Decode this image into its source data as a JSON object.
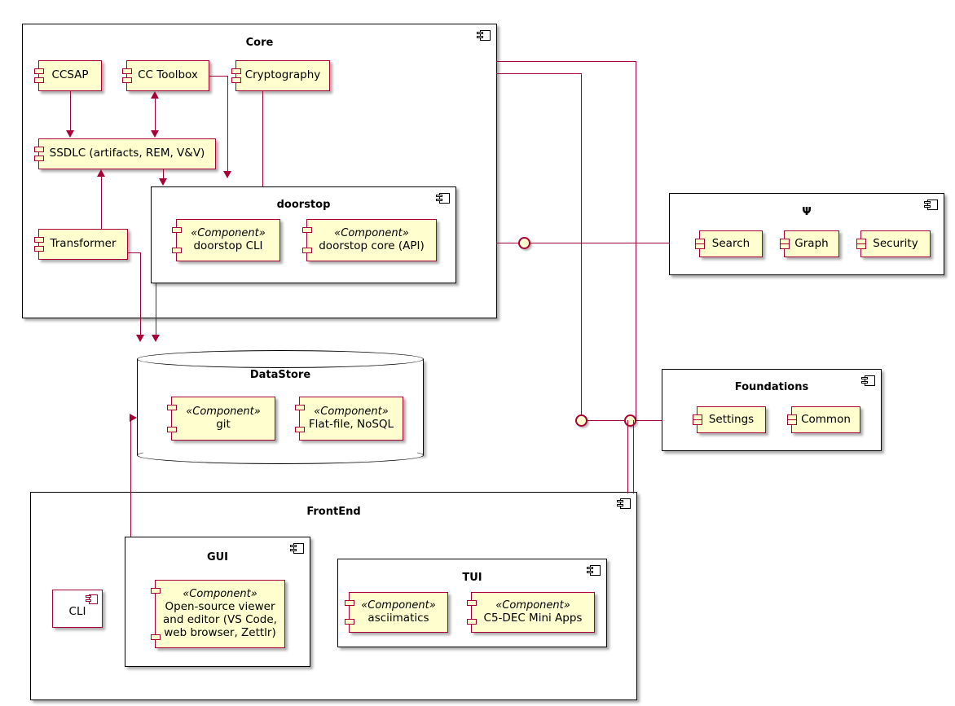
{
  "diagram": {
    "type": "uml-component-diagram",
    "stereotype_label": "«Component»"
  },
  "packages": {
    "core": {
      "title": "Core",
      "components": [
        {
          "label": "CCSAP"
        },
        {
          "label": "CC Toolbox"
        },
        {
          "label": "Cryptography"
        },
        {
          "label": "SSDLC (artifacts, REM, V&V)"
        },
        {
          "label": "Transformer"
        }
      ],
      "subpackage": {
        "title": "doorstop",
        "components": [
          {
            "stereotype": "«Component»",
            "label": "doorstop CLI"
          },
          {
            "stereotype": "«Component»",
            "label": "doorstop core (API)"
          }
        ]
      }
    },
    "datastore": {
      "title": "DataStore",
      "shape": "database",
      "components": [
        {
          "stereotype": "«Component»",
          "label": "git"
        },
        {
          "stereotype": "«Component»",
          "label": "Flat-file, NoSQL"
        }
      ]
    },
    "psi": {
      "title": "Ψ",
      "components": [
        {
          "label": "Search"
        },
        {
          "label": "Graph"
        },
        {
          "label": "Security"
        }
      ]
    },
    "foundations": {
      "title": "Foundations",
      "components": [
        {
          "label": "Settings"
        },
        {
          "label": "Common"
        }
      ]
    },
    "frontend": {
      "title": "FrontEnd",
      "standalone": [
        {
          "label": "CLI"
        }
      ],
      "gui": {
        "title": "GUI",
        "components": [
          {
            "stereotype": "«Component»",
            "label": "Open-source viewer and editor (VS Code, web browser, Zettlr)",
            "lines": [
              "Open-source viewer",
              "and editor (VS Code,",
              "web browser, Zettlr)"
            ]
          }
        ]
      },
      "tui": {
        "title": "TUI",
        "components": [
          {
            "stereotype": "«Component»",
            "label": "asciimatics"
          },
          {
            "stereotype": "«Component»",
            "label": "C5-DEC Mini Apps"
          }
        ]
      }
    }
  },
  "colors": {
    "component_fill": "#FEFECE",
    "component_border": "#A80036",
    "package_border": "#000000",
    "connector": "#A80036",
    "background": "#FFFFFF"
  }
}
